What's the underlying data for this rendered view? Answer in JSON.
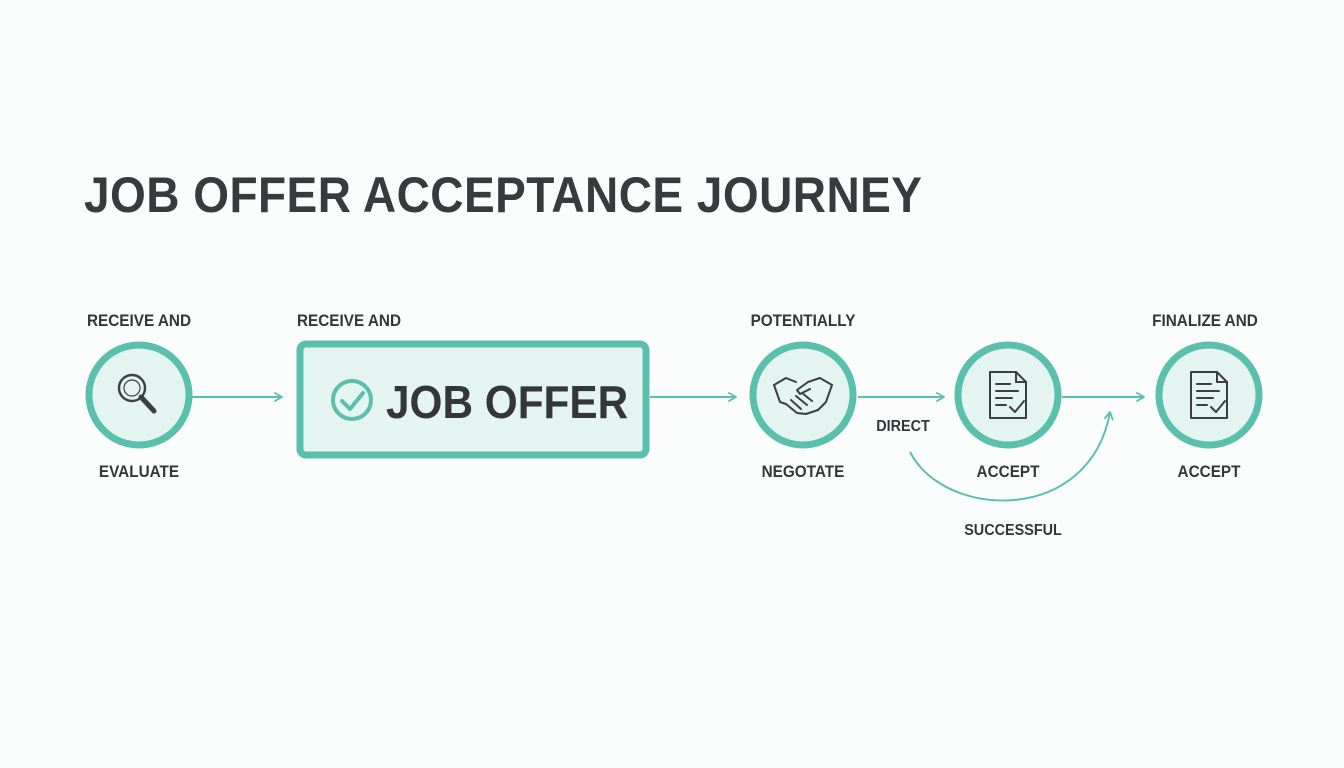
{
  "title": "JOB OFFER ACCEPTANCE JOURNEY",
  "colors": {
    "accent": "#5bbfae",
    "fill": "#e4f4f0",
    "text": "#333738"
  },
  "nodes": [
    {
      "top_label": "RECEIVE AND",
      "bottom_label": "EVALUATE",
      "icon": "magnifier-icon"
    },
    {
      "top_label": "RECEIVE AND",
      "box_text": "JOB OFFER",
      "icon": "check-circle-icon"
    },
    {
      "top_label": "POTENTIALLY",
      "bottom_label": "NEGOTATE",
      "icon": "handshake-icon"
    },
    {
      "bottom_label": "ACCEPT",
      "icon": "document-check-icon"
    },
    {
      "top_label": "FINALIZE AND",
      "bottom_label": "ACCEPT",
      "icon": "document-check-icon"
    }
  ],
  "edge_labels": {
    "direct": "DIRECT",
    "successful": "SUCCESSFUL"
  }
}
